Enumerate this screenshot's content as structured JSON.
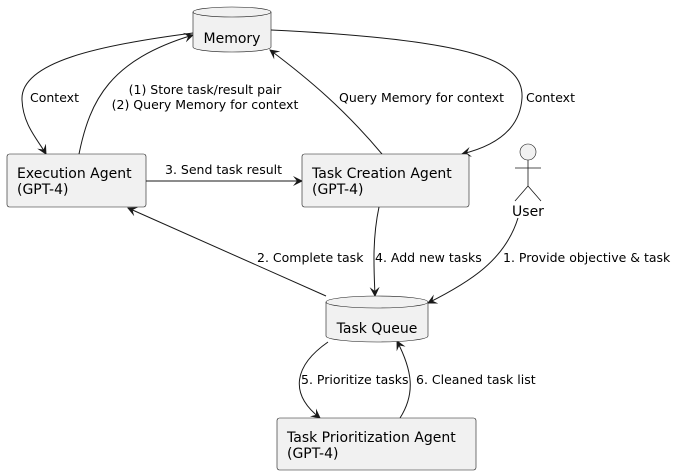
{
  "nodes": {
    "memory": {
      "label": "Memory",
      "shape": "database"
    },
    "execution_agent": {
      "line1": "Execution Agent",
      "line2": "(GPT-4)"
    },
    "task_creation_agent": {
      "line1": "Task Creation Agent",
      "line2": "(GPT-4)"
    },
    "user": {
      "label": "User",
      "shape": "actor"
    },
    "task_queue": {
      "label": "Task Queue",
      "shape": "database"
    },
    "task_prioritization_agent": {
      "line1": "Task Prioritization Agent",
      "line2": "(GPT-4)"
    }
  },
  "edges": {
    "memory_to_execution": {
      "label": "Context"
    },
    "execution_to_memory": {
      "line1": "(1) Store task/result pair",
      "line2": "(2) Query Memory for context"
    },
    "creation_to_memory": {
      "label": "Query Memory for context"
    },
    "memory_to_creation": {
      "label": "Context"
    },
    "execution_to_creation": {
      "label": "3. Send task result"
    },
    "queue_to_execution": {
      "label": "2. Complete task"
    },
    "creation_to_queue": {
      "label": "4. Add new tasks"
    },
    "user_to_queue": {
      "label": "1. Provide objective & task"
    },
    "queue_to_prioritization": {
      "label": "5. Prioritize tasks"
    },
    "prioritization_to_queue": {
      "label": "6. Cleaned task list"
    }
  },
  "colors": {
    "node_fill": "#f1f1f1",
    "line": "#181818"
  }
}
